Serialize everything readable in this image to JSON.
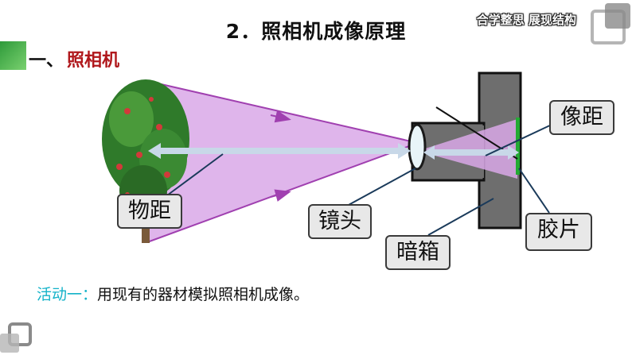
{
  "header": {
    "title": "2．照相机成像原理",
    "slogan": "合学整思  展现结构"
  },
  "section": {
    "dash": "一、",
    "title": "照相机"
  },
  "diagram": {
    "labels": {
      "object_distance": "物距",
      "lens": "镜头",
      "dark_box": "暗箱",
      "image_distance": "像距",
      "film": "胶片"
    }
  },
  "activity": {
    "head": "活动一：",
    "body": "用现有的器材模拟照相机成像。"
  },
  "colors": {
    "accent_green": "#2e9a3a",
    "section_red": "#b0181c",
    "activity_cyan": "#13b2c8",
    "light_cone": "#d9a8e8",
    "camera_gray": "#6e6e6e"
  }
}
